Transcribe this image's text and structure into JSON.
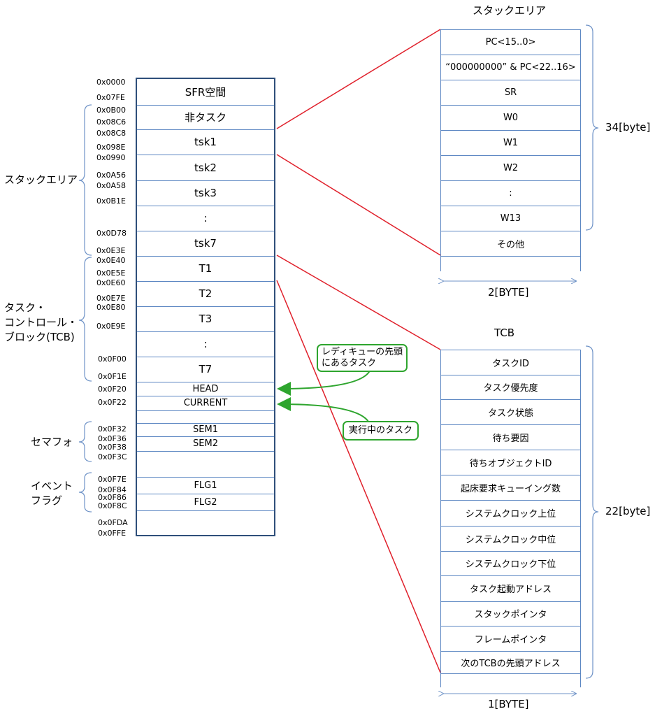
{
  "memory_map": {
    "rows": [
      {
        "label": "SFR空間"
      },
      {
        "label": "非タスク"
      },
      {
        "label": "tsk1"
      },
      {
        "label": "tsk2"
      },
      {
        "label": "tsk3"
      },
      {
        "label": ":"
      },
      {
        "label": "tsk7"
      },
      {
        "label": "T1"
      },
      {
        "label": "T2"
      },
      {
        "label": "T3"
      },
      {
        "label": ":"
      },
      {
        "label": "T7"
      },
      {
        "label": "HEAD"
      },
      {
        "label": "CURRENT"
      },
      {
        "label": ""
      },
      {
        "label": "SEM1"
      },
      {
        "label": "SEM2"
      },
      {
        "label": ""
      },
      {
        "label": "FLG1"
      },
      {
        "label": "FLG2"
      },
      {
        "label": ""
      }
    ],
    "addresses": [
      "0x0000",
      "0x07FE",
      "0x0B00",
      "0x08C6",
      "0x08C8",
      "0x098E",
      "0x0990",
      "0x0A56",
      "0x0A58",
      "0x0B1E",
      "0x0D78",
      "0x0E3E",
      "0x0E40",
      "0x0E5E",
      "0x0E60",
      "0x0E7E",
      "0x0E80",
      "0x0E9E",
      "0x0F00",
      "0x0F1E",
      "0x0F20",
      "0x0F22",
      "0x0F32",
      "0x0F36",
      "0x0F38",
      "0x0F3C",
      "0x0F7E",
      "0x0F84",
      "0x0F86",
      "0x0F8C",
      "0x0FDA",
      "0x0FFE"
    ]
  },
  "side_labels": {
    "stack_area": [
      "スタックエリア"
    ],
    "tcb": [
      "タスク・",
      "コントロール・",
      "ブロック(TCB)"
    ],
    "semaphore": [
      "セマフォ"
    ],
    "event_flag": [
      "イベント",
      "フラグ"
    ]
  },
  "stack_box": {
    "title": "スタックエリア",
    "rows": [
      "PC<15..0>",
      "“000000000” & PC<22..16>",
      "SR",
      "W0",
      "W1",
      "W2",
      ":",
      "W13",
      "その他"
    ],
    "size_label": "34[byte]",
    "width_label": "2[BYTE]"
  },
  "tcb_box": {
    "title": "TCB",
    "rows": [
      "タスクID",
      "タスク優先度",
      "タスク状態",
      "待ち要因",
      "待ちオブジェクトID",
      "起床要求キューイング数",
      "システムクロック上位",
      "システムクロック中位",
      "システムクロック下位",
      "タスク起動アドレス",
      "スタックポインタ",
      "フレームポインタ",
      "次のTCBの先頭アドレス"
    ],
    "size_label": "22[byte]",
    "width_label": "1[BYTE]"
  },
  "callouts": {
    "ready_queue_head": [
      "レディキューの先頭",
      "にあるタスク"
    ],
    "running_task": [
      "実行中のタスク"
    ]
  },
  "colors": {
    "box_border": "#2f4f7a",
    "row_line": "#5b86c2",
    "connector": "#e0202b",
    "callout": "#2ea52e",
    "bracket": "#6f93c7"
  }
}
